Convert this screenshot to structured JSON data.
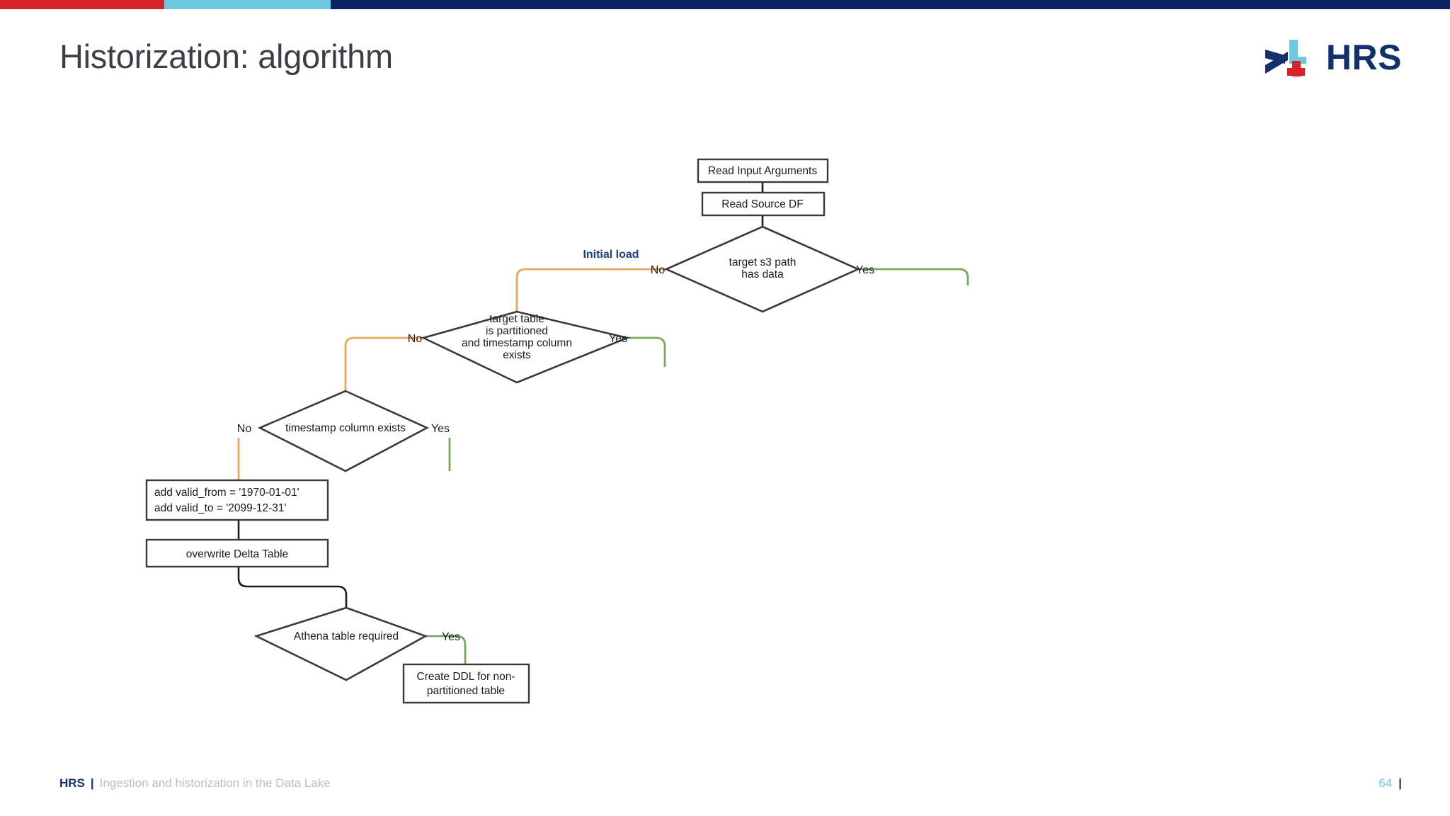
{
  "slide": {
    "title": "Historization: algorithm",
    "page_number": "64",
    "page_number_separator": "|"
  },
  "top_bar": {
    "segments": [
      {
        "name": "red",
        "color": "#d8232a"
      },
      {
        "name": "blue",
        "color": "#6ec9e0"
      },
      {
        "name": "navy",
        "color": "#0c2461"
      }
    ]
  },
  "logo": {
    "wordmark": "HRS",
    "navy": "#12306b",
    "light_blue": "#6ec9e0",
    "red": "#d8232a"
  },
  "footer": {
    "brand": "HRS",
    "separator": "|",
    "subtitle": "Ingestion and historization in the Data Lake"
  },
  "colors": {
    "edge_black": "#1b1b1b",
    "edge_orange": "#e8a85c",
    "edge_green": "#79a95f",
    "node_stroke": "#3a3a3a",
    "annotation": "#1f3f7a"
  },
  "flowchart": {
    "annotations": [
      {
        "id": "initial-load",
        "text": "Initial load"
      }
    ],
    "nodes": [
      {
        "id": "read-input-arguments",
        "type": "process",
        "lines": [
          "Read Input Arguments"
        ]
      },
      {
        "id": "read-source-df",
        "type": "process",
        "lines": [
          "Read Source DF"
        ]
      },
      {
        "id": "target-s3-path-has-data",
        "type": "decision",
        "lines": [
          "target s3 path",
          "has data"
        ]
      },
      {
        "id": "target-table-is-partitioned",
        "type": "decision",
        "lines": [
          "target table",
          "is partitioned",
          "and timestamp column",
          "exists"
        ]
      },
      {
        "id": "timestamp-column-exists",
        "type": "decision",
        "lines": [
          "timestamp column exists"
        ]
      },
      {
        "id": "add-valid-from-to",
        "type": "process",
        "lines": [
          "add valid_from = '1970-01-01'",
          "add valid_to = '2099-12-31'"
        ]
      },
      {
        "id": "overwrite-delta-table",
        "type": "process",
        "lines": [
          "overwrite Delta Table"
        ]
      },
      {
        "id": "athena-table-required",
        "type": "decision",
        "lines": [
          "Athena table required"
        ]
      },
      {
        "id": "create-ddl-non-partitioned",
        "type": "process",
        "lines": [
          "Create DDL for non-",
          "partitioned table"
        ]
      }
    ],
    "branch_labels": {
      "s3_no": "No",
      "s3_yes": "Yes",
      "partitioned_no": "No",
      "partitioned_yes": "Yes",
      "timestamp_no": "No",
      "timestamp_yes": "Yes",
      "athena_yes": "Yes"
    }
  }
}
